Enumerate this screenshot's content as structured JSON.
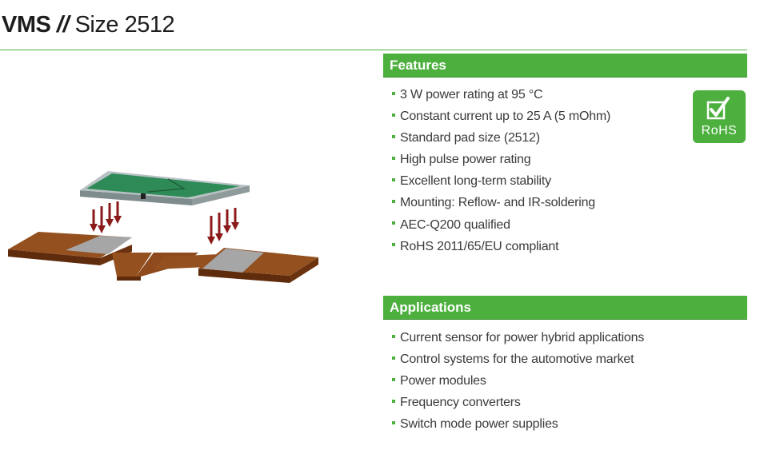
{
  "header": {
    "product": "VMS",
    "separator": "//",
    "subtitle": "Size 2512"
  },
  "features": {
    "title": "Features",
    "items": [
      "3 W power rating at 95 °C",
      "Constant current up to 25 A (5 mOhm)",
      "Standard pad size (2512)",
      "High pulse power rating",
      "Excellent long-term stability",
      "Mounting: Reflow- and IR-soldering",
      "AEC-Q200 qualified",
      "RoHS 2011/65/EU compliant"
    ]
  },
  "applications": {
    "title": "Applications",
    "items": [
      "Current sensor for power hybrid applications",
      "Control systems for the automotive market",
      "Power modules",
      "Frequency converters",
      "Switch mode power supplies"
    ]
  },
  "badge": {
    "label": "RoHS",
    "icon": "checkbox-check-icon"
  },
  "colors": {
    "accent": "#4caf3e",
    "copper": "#8b4513",
    "pad": "#a6a6a6",
    "board": "#2e8b57",
    "arrow": "#8b1a1a"
  }
}
